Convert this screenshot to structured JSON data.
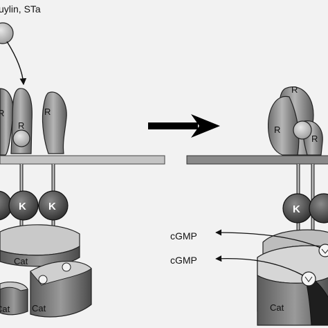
{
  "ligand_label": "uylin, STa",
  "receptor_label": "R",
  "kinase_label": "K",
  "catalytic_label": "Cat",
  "product_label": "cGMP",
  "colors": {
    "background": "#f2f2f2",
    "membrane": "#b8b8b8",
    "receptor": "#8a8a8a",
    "kinase": "#4a4a4a",
    "catalytic_top": "#c8c8c8",
    "catalytic_side": "#6a6a6a",
    "arrow": "#000000"
  }
}
